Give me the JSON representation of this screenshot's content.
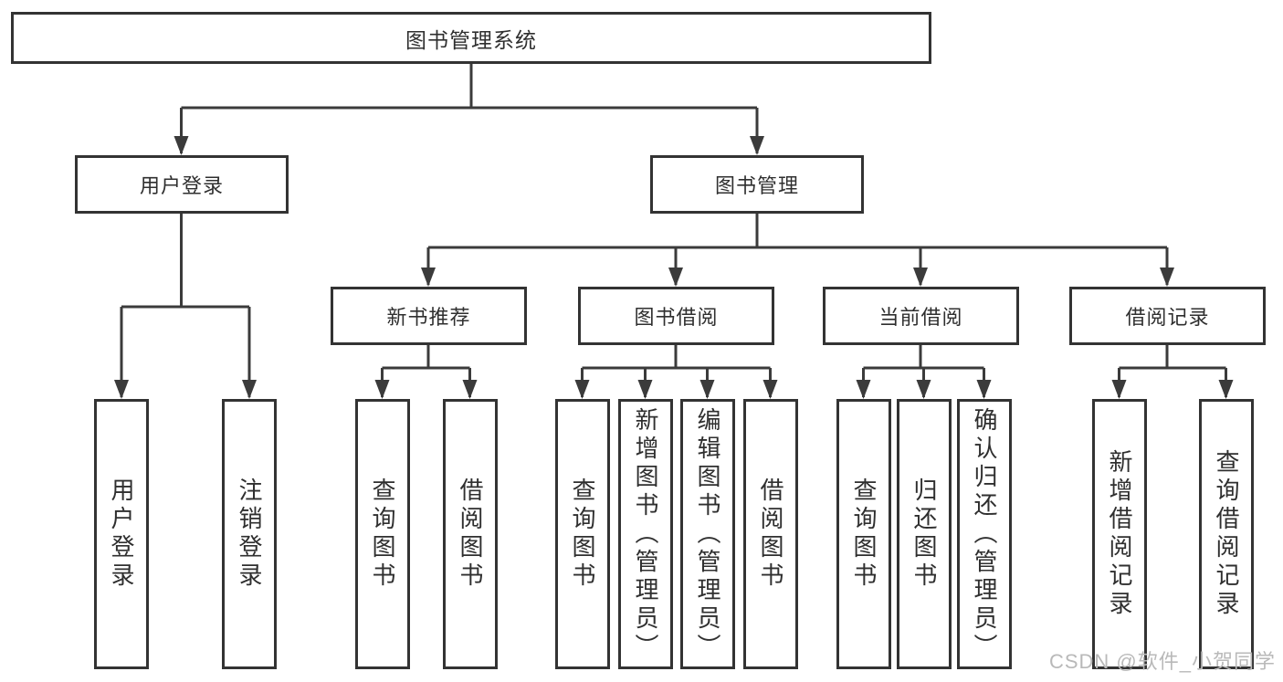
{
  "diagram_title": "图书管理系统",
  "tree": {
    "root": {
      "label": "图书管理系统"
    },
    "branches": [
      {
        "label": "用户登录",
        "leaves": [
          {
            "label": "用户登录"
          },
          {
            "label": "注销登录"
          }
        ]
      },
      {
        "label": "图书管理",
        "groups": [
          {
            "label": "新书推荐",
            "leaves": [
              {
                "label": "查询图书"
              },
              {
                "label": "借阅图书"
              }
            ]
          },
          {
            "label": "图书借阅",
            "leaves": [
              {
                "label": "查询图书"
              },
              {
                "label": "新增图书（管理员）"
              },
              {
                "label": "编辑图书（管理员）"
              },
              {
                "label": "借阅图书"
              }
            ]
          },
          {
            "label": "当前借阅",
            "leaves": [
              {
                "label": "查询图书"
              },
              {
                "label": "归还图书"
              },
              {
                "label": "确认归还（管理员）"
              }
            ]
          },
          {
            "label": "借阅记录",
            "leaves": [
              {
                "label": "新增借阅记录"
              },
              {
                "label": "查询借阅记录"
              }
            ]
          }
        ]
      }
    ]
  },
  "watermark": "CSDN @软件_小贺同学",
  "colors": {
    "line": "#3b3b3b",
    "box_border": "#333333",
    "text": "#2f2f2f",
    "watermark": "#b9b9b9",
    "background": "#ffffff"
  }
}
